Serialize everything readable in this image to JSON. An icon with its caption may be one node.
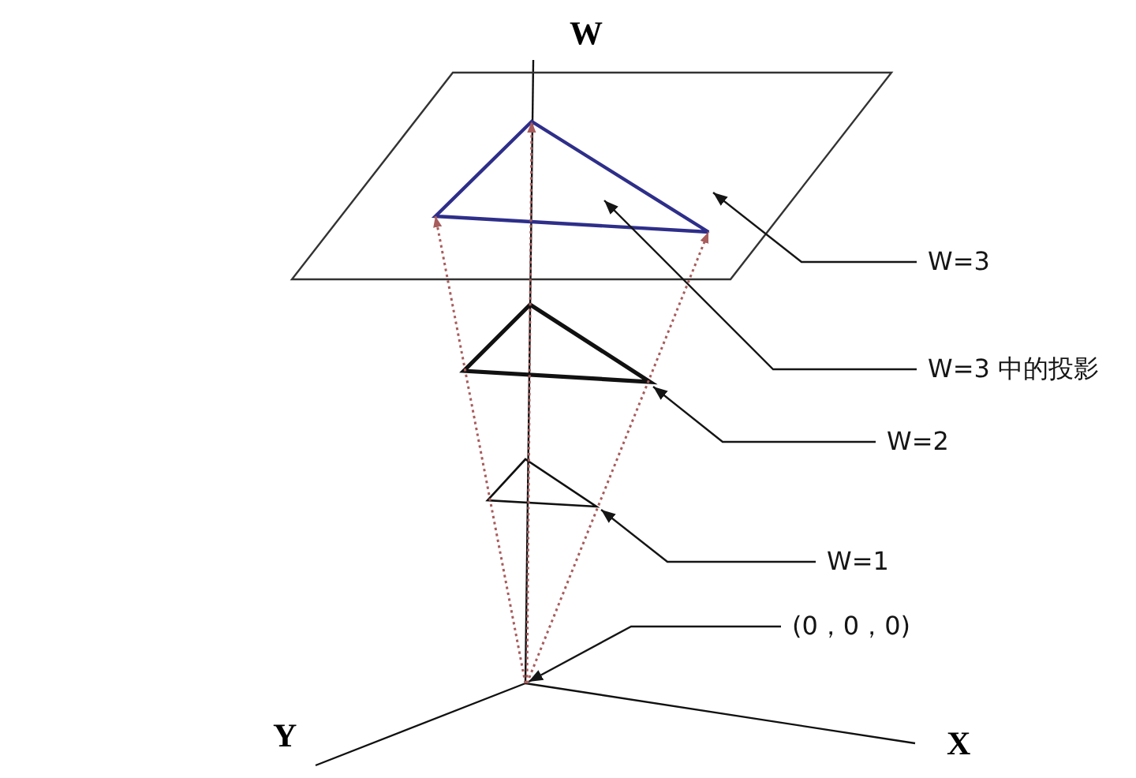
{
  "diagram": {
    "nodes": [
      {
        "text": [],
        "shape": "parallelogram"
      },
      {
        "text": [],
        "shape": "triangle",
        "in": 0
      },
      {
        "text": [
          "W=3"
        ]
      },
      {
        "text": [],
        "shape": "triangle"
      },
      {
        "text": [
          "W=3 中的投影"
        ]
      },
      {
        "text": [
          "W=2"
        ]
      },
      {
        "text": [],
        "shape": "triangle"
      },
      {
        "text": [
          "W=1"
        ]
      },
      {
        "text": [
          "(0，0，0)"
        ]
      }
    ],
    "edges": [
      {
        "from": 2,
        "to": 0,
        "arrow": "to"
      },
      {
        "from": 4,
        "to": 1,
        "arrow": "to"
      },
      {
        "from": 5,
        "to": 3,
        "arrow": "to"
      },
      {
        "from": 7,
        "to": 6,
        "arrow": "to"
      },
      {
        "from": 8,
        "to": null,
        "arrow": "to"
      },
      {
        "from": null,
        "to": 1,
        "arrow": "to",
        "style": "dashed",
        "color": "#a85c5c"
      },
      {
        "from": null,
        "to": 1,
        "arrow": "to",
        "style": "dashed",
        "color": "#a85c5c"
      },
      {
        "from": null,
        "to": 1,
        "arrow": "to",
        "style": "dashed",
        "color": "#a85c5c"
      }
    ],
    "labels": [
      "W",
      "Y",
      "X"
    ]
  }
}
